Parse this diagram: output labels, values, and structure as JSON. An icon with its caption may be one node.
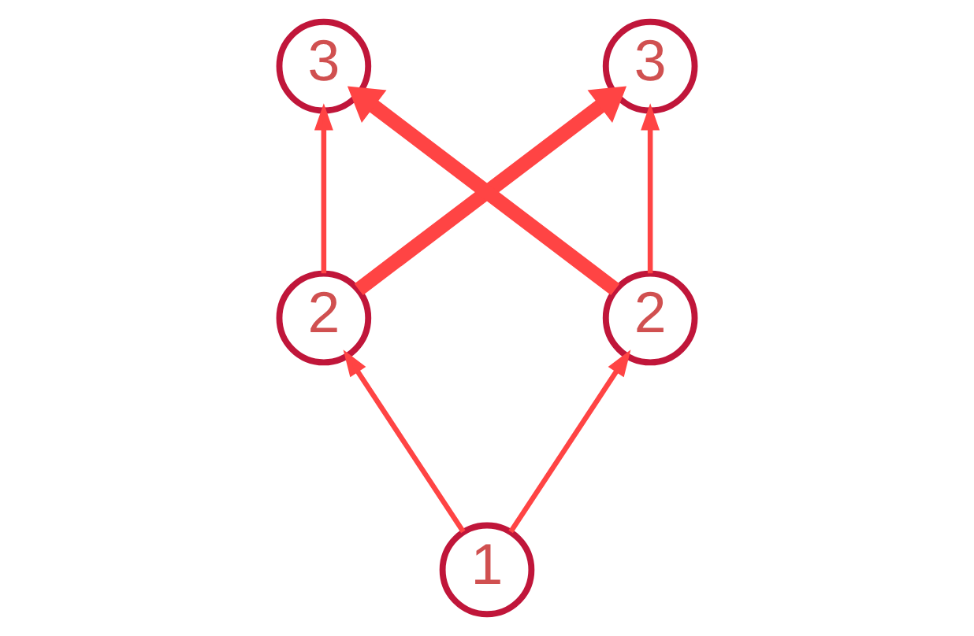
{
  "diagram": {
    "nodes": [
      {
        "text": [
          "3"
        ]
      },
      {
        "text": [
          "3"
        ]
      },
      {
        "text": [
          "2"
        ]
      },
      {
        "text": [
          "2"
        ]
      },
      {
        "text": [
          "1"
        ]
      }
    ],
    "edges": [
      {
        "from": 4,
        "to": 2,
        "arrow": "to"
      },
      {
        "from": 4,
        "to": 3,
        "arrow": "to"
      },
      {
        "from": 2,
        "to": 0,
        "arrow": "to"
      },
      {
        "from": 2,
        "to": 1,
        "arrow": "to",
        "style": "thick"
      },
      {
        "from": 3,
        "to": 1,
        "arrow": "to"
      },
      {
        "from": 3,
        "to": 0,
        "arrow": "to",
        "style": "thick"
      }
    ]
  }
}
